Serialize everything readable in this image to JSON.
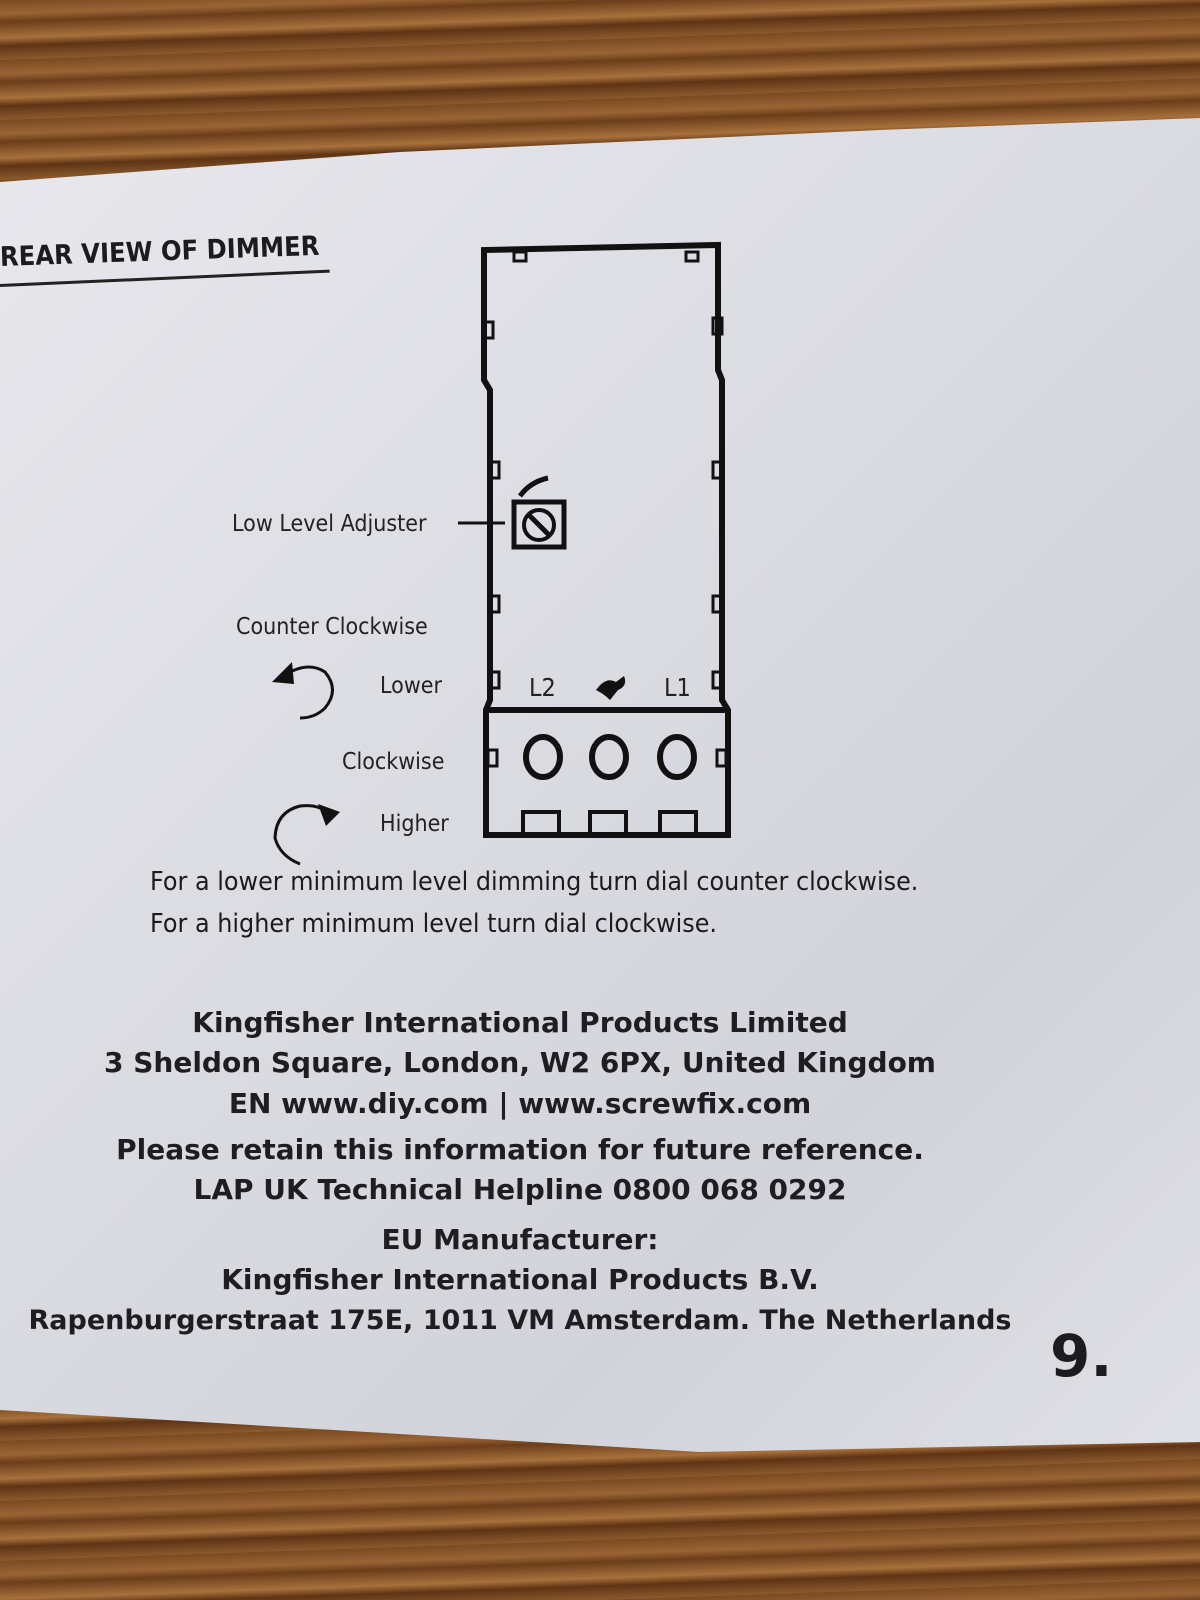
{
  "heading": "REAR VIEW OF DIMMER",
  "diagram": {
    "low_level_adjuster": "Low Level Adjuster",
    "counter_clockwise": "Counter Clockwise",
    "lower": "Lower",
    "clockwise": "Clockwise",
    "higher": "Higher",
    "terminal_l2": "L2",
    "terminal_l1": "L1"
  },
  "instructions": [
    "For a lower minimum level dimming turn dial counter clockwise.",
    "For a higher minimum level turn dial clockwise."
  ],
  "company": {
    "name": "Kingfisher International Products Limited",
    "address": "3 Sheldon Square, London, W2 6PX, United Kingdom",
    "websites": "EN www.diy.com | www.screwfix.com",
    "retain_notice": "Please retain this information for future reference.",
    "helpline": "LAP UK Technical Helpline  0800 068 0292",
    "eu_label": "EU Manufacturer:",
    "eu_name": "Kingfisher International Products B.V.",
    "eu_address": "Rapenburgerstraat 175E, 1011 VM Amsterdam. The Netherlands"
  },
  "page_number": "9."
}
